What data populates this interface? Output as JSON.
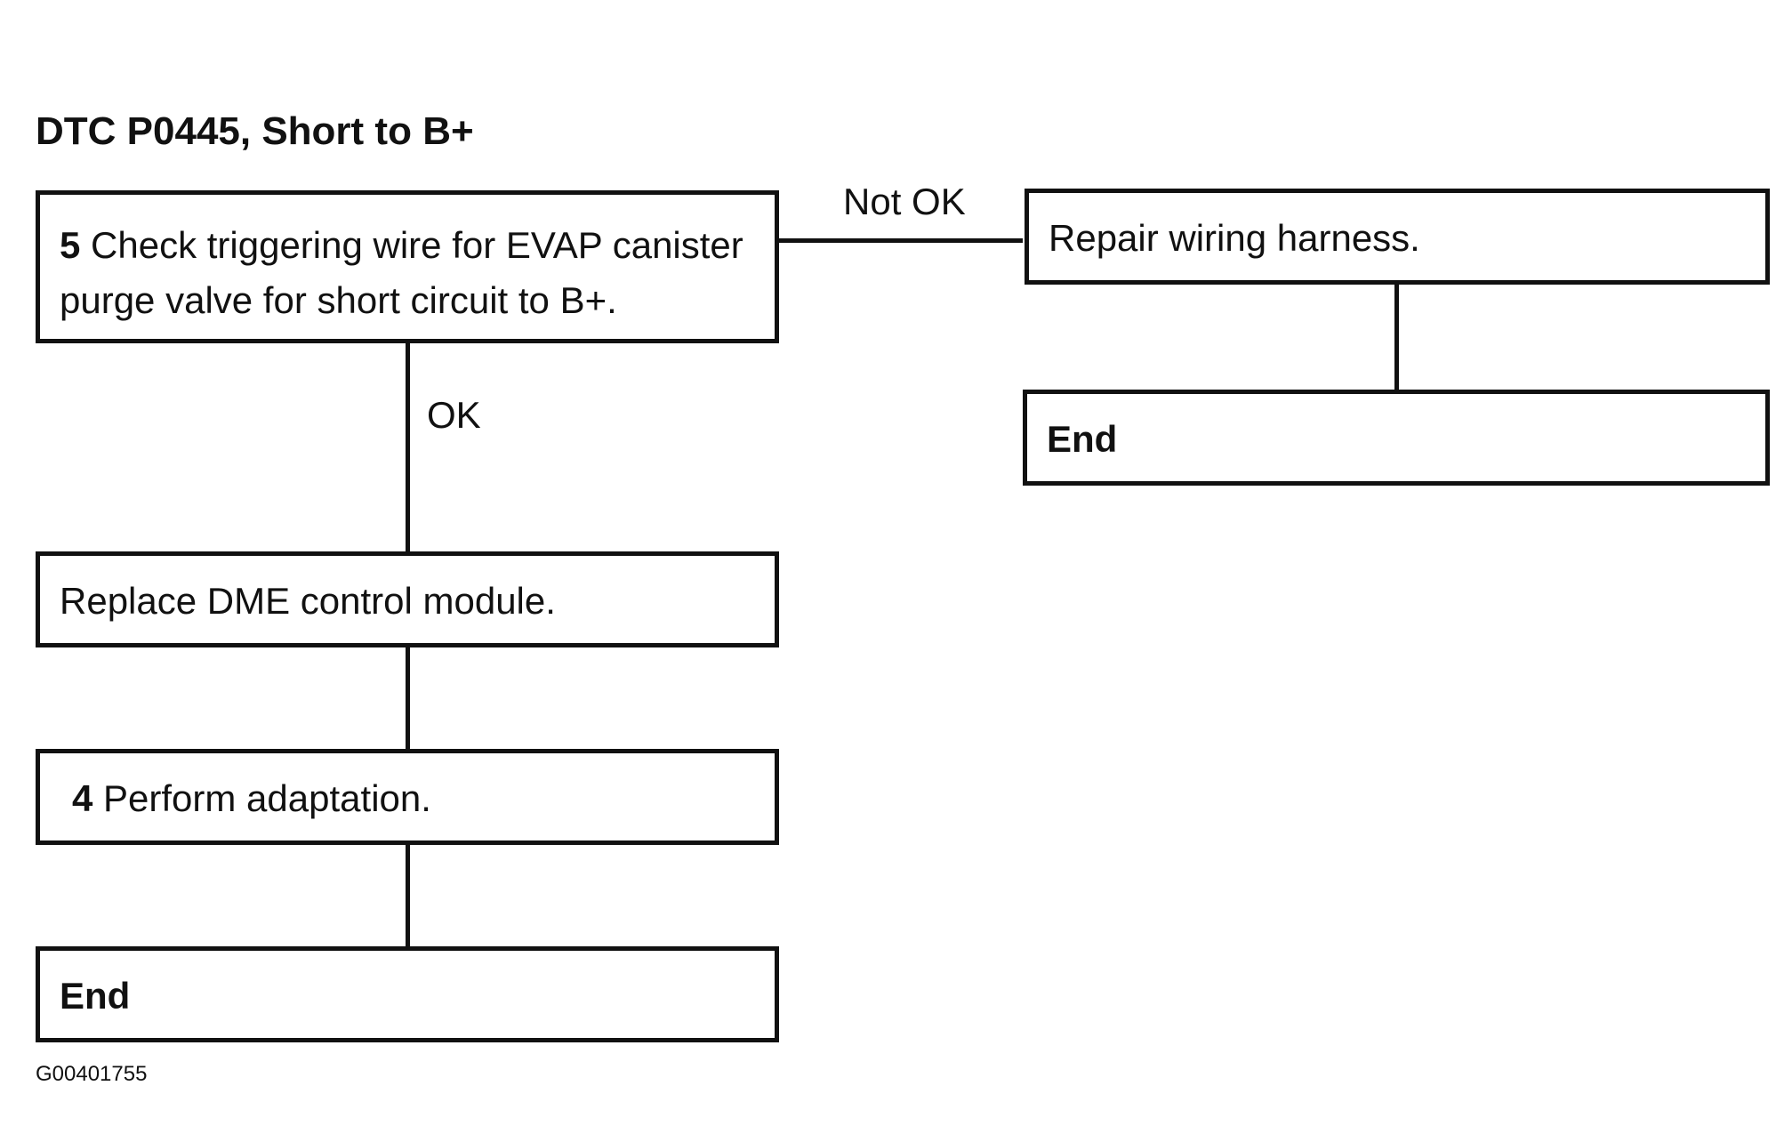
{
  "title": "DTC P0445, Short to B+",
  "steps": {
    "check": {
      "number": "5",
      "text_line1": "Check triggering wire for EVAP canister",
      "text_line2": "purge valve for short circuit to B+."
    },
    "repair": {
      "text": "Repair wiring harness."
    },
    "end_right": {
      "text": "End"
    },
    "replace": {
      "text": "Replace DME control module."
    },
    "adapt": {
      "number": "4",
      "text": "Perform adaptation."
    },
    "end_left": {
      "text": "End"
    }
  },
  "branches": {
    "not_ok": "Not OK",
    "ok": "OK"
  },
  "footer": {
    "figure_id": "G00401755"
  }
}
